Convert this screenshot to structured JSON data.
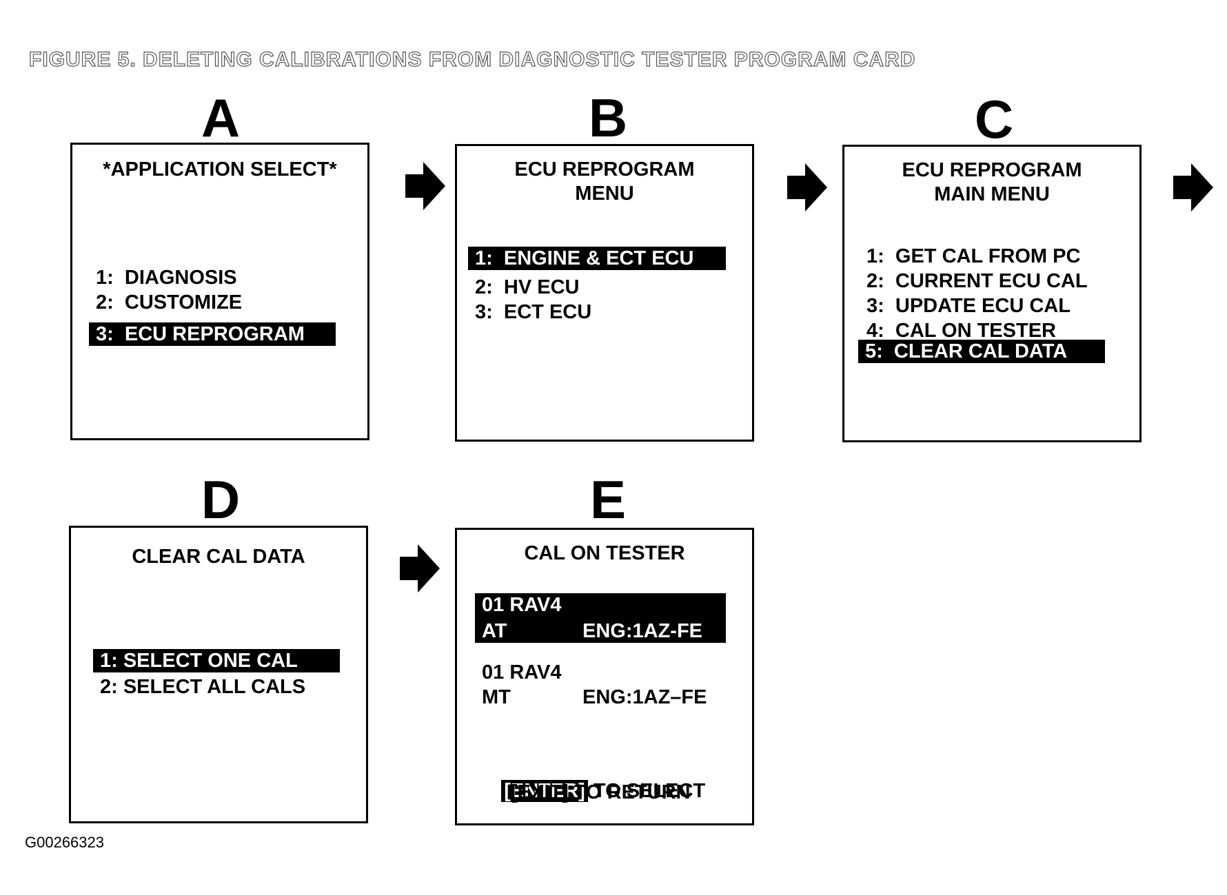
{
  "figure_title": "FIGURE 5.  DELETING CALIBRATIONS FROM DIAGNOSTIC TESTER PROGRAM CARD",
  "figure_code": "G00266323",
  "panels": {
    "a": {
      "letter": "A",
      "title": "*APPLICATION SELECT*",
      "items": [
        "1:  DIAGNOSIS",
        "2:  CUSTOMIZE",
        "3:  ECU REPROGRAM"
      ],
      "highlighted_index": 2
    },
    "b": {
      "letter": "B",
      "title_line1": "ECU REPROGRAM",
      "title_line2": "MENU",
      "items": [
        "1:  ENGINE & ECT ECU",
        "2:  HV ECU",
        "3:  ECT ECU"
      ],
      "highlighted_index": 0
    },
    "c": {
      "letter": "C",
      "title_line1": "ECU REPROGRAM",
      "title_line2": "MAIN MENU",
      "items": [
        "1:  GET CAL FROM PC",
        "2:  CURRENT ECU CAL",
        "3:  UPDATE ECU CAL",
        "4:  CAL ON TESTER",
        "5:  CLEAR CAL DATA"
      ],
      "highlighted_index": 4
    },
    "d": {
      "letter": "D",
      "title": "CLEAR CAL DATA",
      "items": [
        "1: SELECT ONE CAL",
        "2: SELECT ALL CALS"
      ],
      "highlighted_index": 0
    },
    "e": {
      "letter": "E",
      "title": "CAL ON TESTER",
      "entries": [
        {
          "line1": "01 RAV4",
          "trans": "AT",
          "engine": "ENG:1AZ-FE",
          "highlighted": true
        },
        {
          "line1": "01 RAV4",
          "trans": "MT",
          "engine": "ENG:1AZ–FE",
          "highlighted": false
        }
      ],
      "enter_key": "[ENTER]",
      "enter_text": "TO SELECT",
      "exit_text": "[EXIT] TO RETURN"
    }
  },
  "colors": {
    "screen_border": "#000000",
    "highlight_bg": "#000000",
    "highlight_text": "#ffffff"
  },
  "icons": [
    "arrow-right-icon"
  ]
}
